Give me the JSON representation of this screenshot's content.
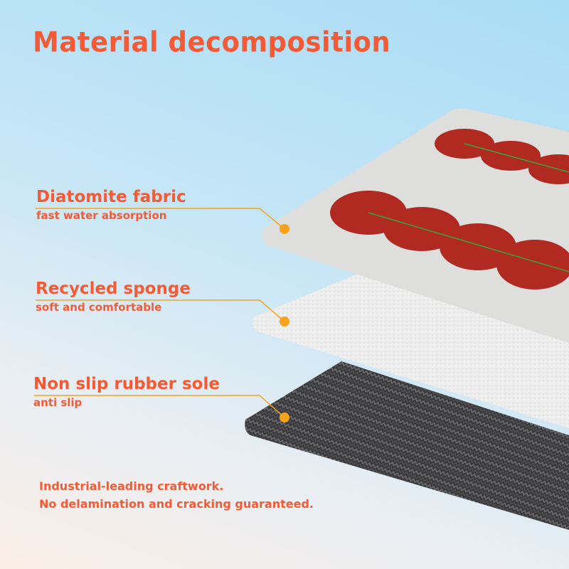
{
  "title": "Material decomposition",
  "layers": [
    {
      "name": "Diatomite fabric",
      "desc": "fast water absorption"
    },
    {
      "name": "Recycled sponge",
      "desc": "soft and comfortable"
    },
    {
      "name": "Non slip rubber sole",
      "desc": "anti slip"
    }
  ],
  "footer": {
    "line1": "Industrial-leading craftwork.",
    "line2": "No delamination and cracking guaranteed."
  },
  "colors": {
    "accent": "#f55a35",
    "dot": "#f7a21b",
    "oval": "#b02a22"
  }
}
